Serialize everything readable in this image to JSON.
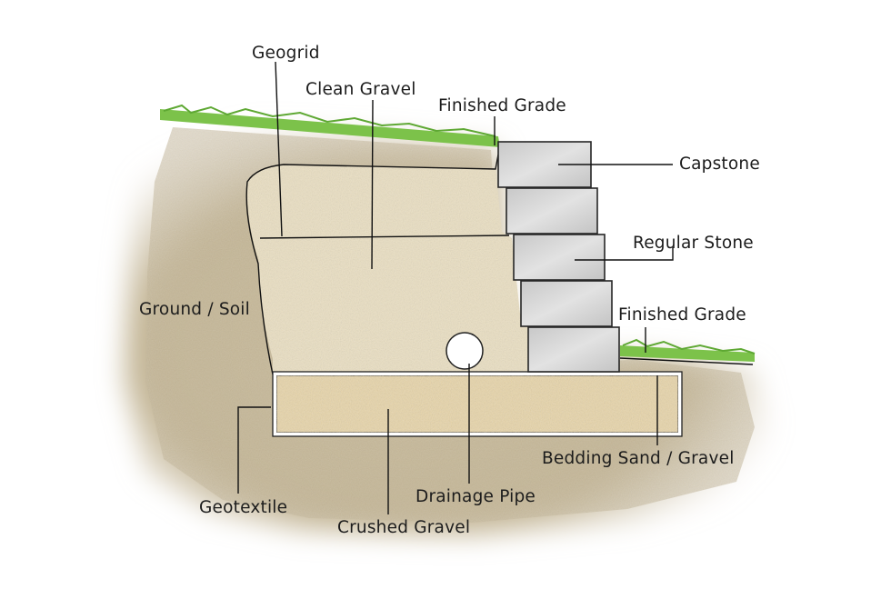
{
  "labels": {
    "geogrid": "Geogrid",
    "clean_gravel": "Clean Gravel",
    "finished_grade_top": "Finished Grade",
    "capstone": "Capstone",
    "regular_stone": "Regular Stone",
    "finished_grade_bottom": "Finished Grade",
    "ground_soil": "Ground / Soil",
    "bedding": "Bedding Sand / Gravel",
    "drainage_pipe": "Drainage Pipe",
    "geotextile": "Geotextile",
    "crushed_gravel": "Crushed Gravel"
  },
  "colors": {
    "grass": "#7cc24a",
    "soil": "#c9bca2",
    "clean_gravel": "#ece2c5",
    "crushed_gravel": "#ead7ad",
    "stone": "#d4d4d4",
    "line": "#111111"
  }
}
